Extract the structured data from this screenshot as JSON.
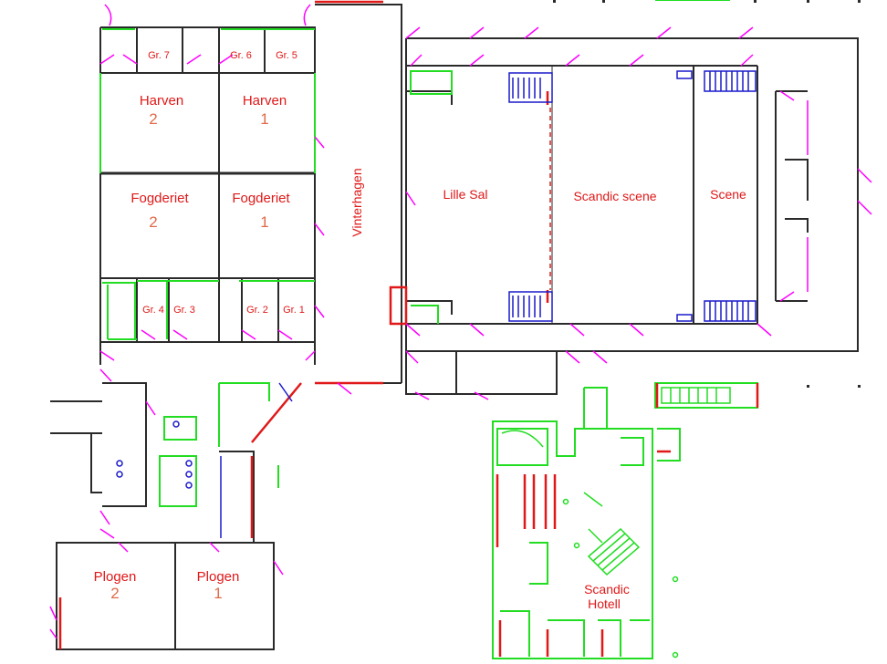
{
  "rooms": {
    "harven2": {
      "name": "Harven",
      "number": "2"
    },
    "harven1": {
      "name": "Harven",
      "number": "1"
    },
    "fogderiet2": {
      "name": "Fogderiet",
      "number": "2"
    },
    "fogderiet1": {
      "name": "Fogderiet",
      "number": "1"
    },
    "plogen2": {
      "name": "Plogen",
      "number": "2"
    },
    "plogen1": {
      "name": "Plogen",
      "number": "1"
    },
    "vinterhagen": "Vinterhagen",
    "lille_sal": "Lille Sal",
    "scandic_scene": "Scandic scene",
    "scene": "Scene",
    "scandic_hotell": {
      "line1": "Scandic",
      "line2": "Hotell"
    }
  },
  "group_rooms": {
    "gr7": "Gr. 7",
    "gr6": "Gr. 6",
    "gr5": "Gr. 5",
    "gr4": "Gr. 4",
    "gr3": "Gr. 3",
    "gr2": "Gr. 2",
    "gr1": "Gr. 1"
  },
  "colors": {
    "wall": "#2a2a2a",
    "door": "#ff00ff",
    "hotel": "#22dd22",
    "accent": "#e01818",
    "stairs": "#1a1acc"
  }
}
